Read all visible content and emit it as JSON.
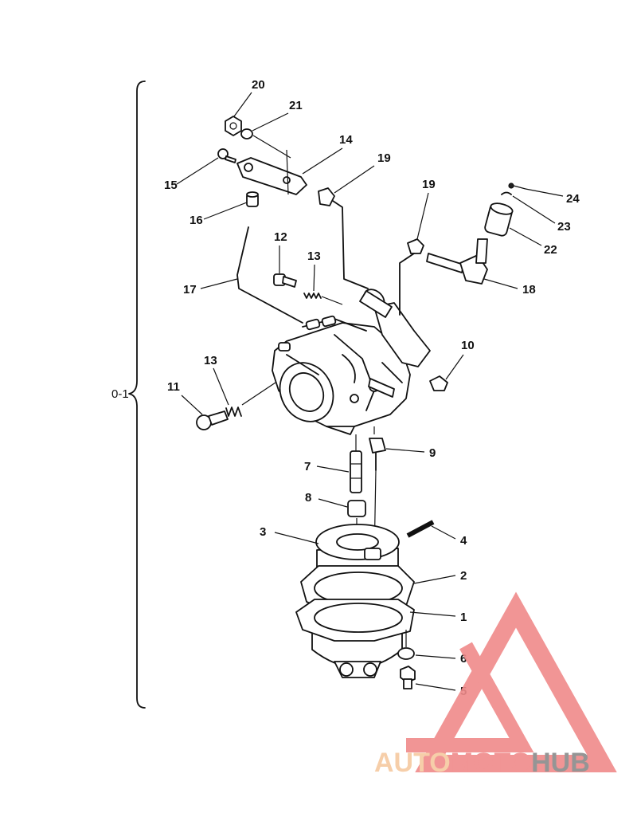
{
  "group_label": "0-1",
  "callouts": [
    "1",
    "2",
    "3",
    "4",
    "5",
    "6",
    "7",
    "8",
    "9",
    "10",
    "11",
    "12",
    "13",
    "13",
    "14",
    "15",
    "16",
    "17",
    "18",
    "19",
    "19",
    "20",
    "21",
    "22",
    "23",
    "24"
  ],
  "watermark": {
    "part1": "AUTO",
    "part2": "MOTO",
    "part3": "HUB",
    "color1": "#f6c9a0",
    "color2": "#f08a8a",
    "color3": "#8a8a8a"
  }
}
